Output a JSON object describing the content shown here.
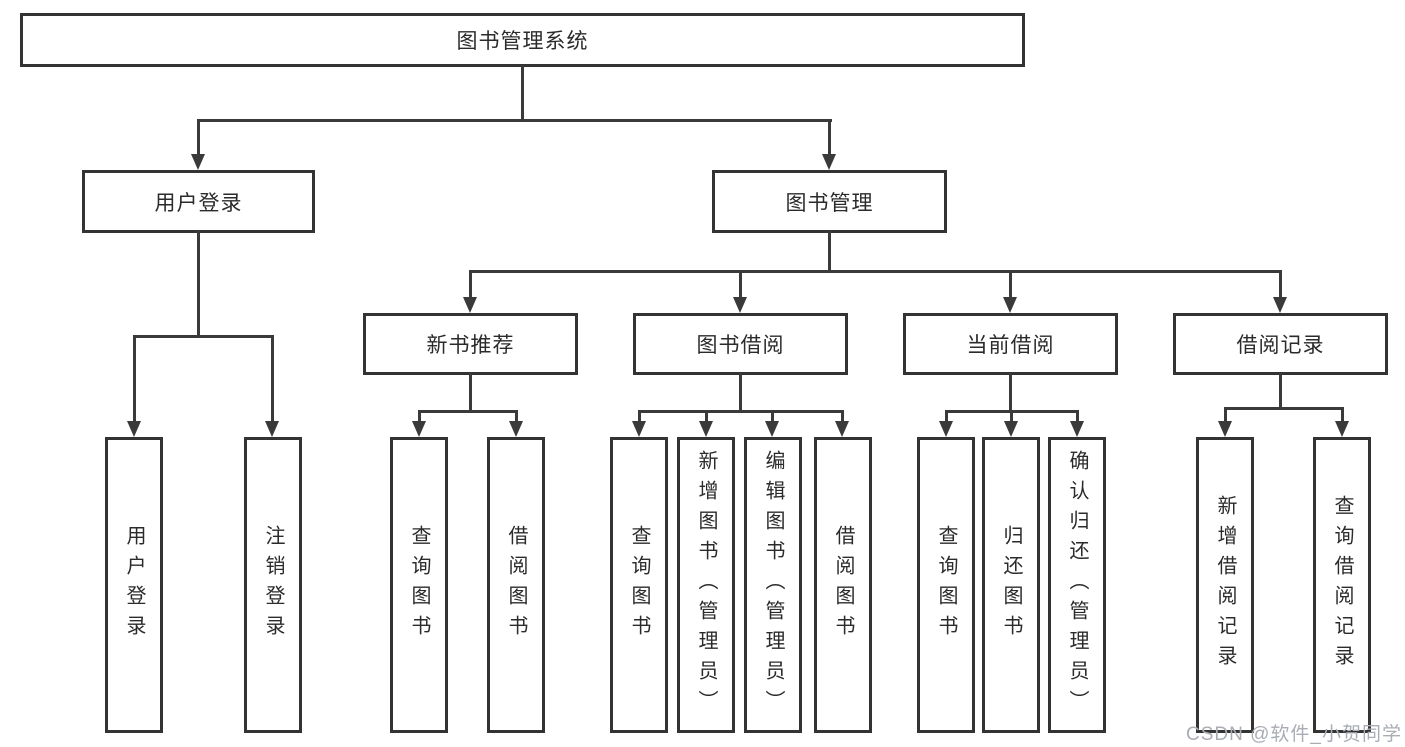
{
  "colors": {
    "background": "#ffffff",
    "box_border": "#333333",
    "connector_line": "#3a3a3a",
    "text": "#2b2b2b",
    "watermark_text": "#a9adb4"
  },
  "watermark": {
    "label": "CSDN @软件_小贺同学"
  },
  "hierarchy": {
    "root": {
      "label": "图书管理系统",
      "children": [
        {
          "label": "用户登录",
          "children": [
            {
              "label": "用户登录"
            },
            {
              "label": "注销登录"
            }
          ]
        },
        {
          "label": "图书管理",
          "children": [
            {
              "label": "新书推荐",
              "children": [
                {
                  "label": "查询图书"
                },
                {
                  "label": "借阅图书"
                }
              ]
            },
            {
              "label": "图书借阅",
              "children": [
                {
                  "label": "查询图书"
                },
                {
                  "label": "新增图书（管理员）"
                },
                {
                  "label": "编辑图书（管理员）"
                },
                {
                  "label": "借阅图书"
                }
              ]
            },
            {
              "label": "当前借阅",
              "children": [
                {
                  "label": "查询图书"
                },
                {
                  "label": "归还图书"
                },
                {
                  "label": "确认归还（管理员）"
                }
              ]
            },
            {
              "label": "借阅记录",
              "children": [
                {
                  "label": "新增借阅记录"
                },
                {
                  "label": "查询借阅记录"
                }
              ]
            }
          ]
        }
      ]
    }
  }
}
